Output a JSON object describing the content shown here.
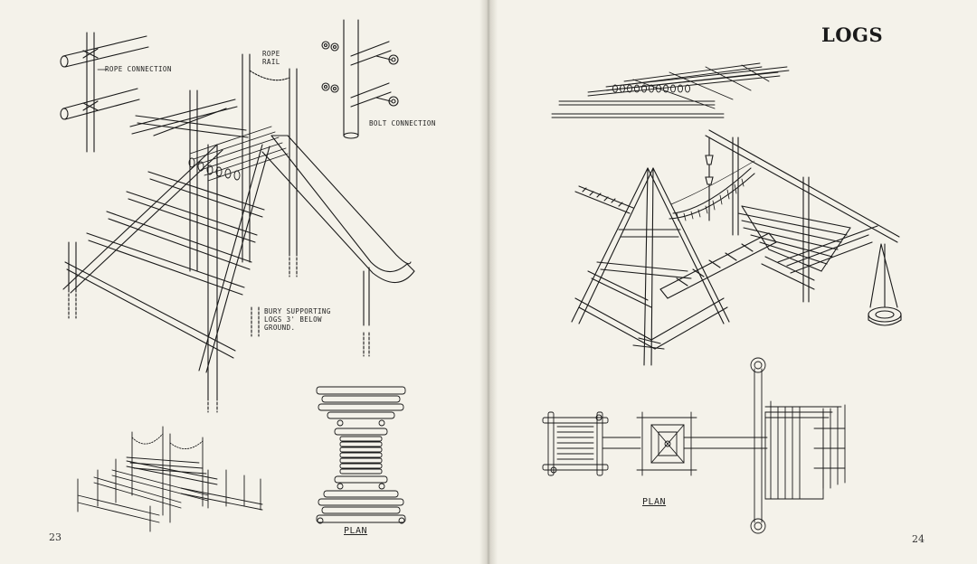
{
  "chapter_title": "LOGS",
  "left_page": {
    "page_number": "23",
    "labels": {
      "rope_connection": "ROPE CONNECTION",
      "rope_rail_line1": "ROPE",
      "rope_rail_line2": "RAIL",
      "bolt_connection": "BOLT CONNECTION",
      "bury_line1": "BURY SUPPORTING",
      "bury_line2": "LOGS 3' BELOW",
      "bury_line3": "GROUND."
    },
    "plan_label": "PLAN"
  },
  "right_page": {
    "page_number": "24",
    "plan_label": "PLAN"
  },
  "colors": {
    "paper": "#f4f2ea",
    "ink": "#1a1a1a"
  }
}
